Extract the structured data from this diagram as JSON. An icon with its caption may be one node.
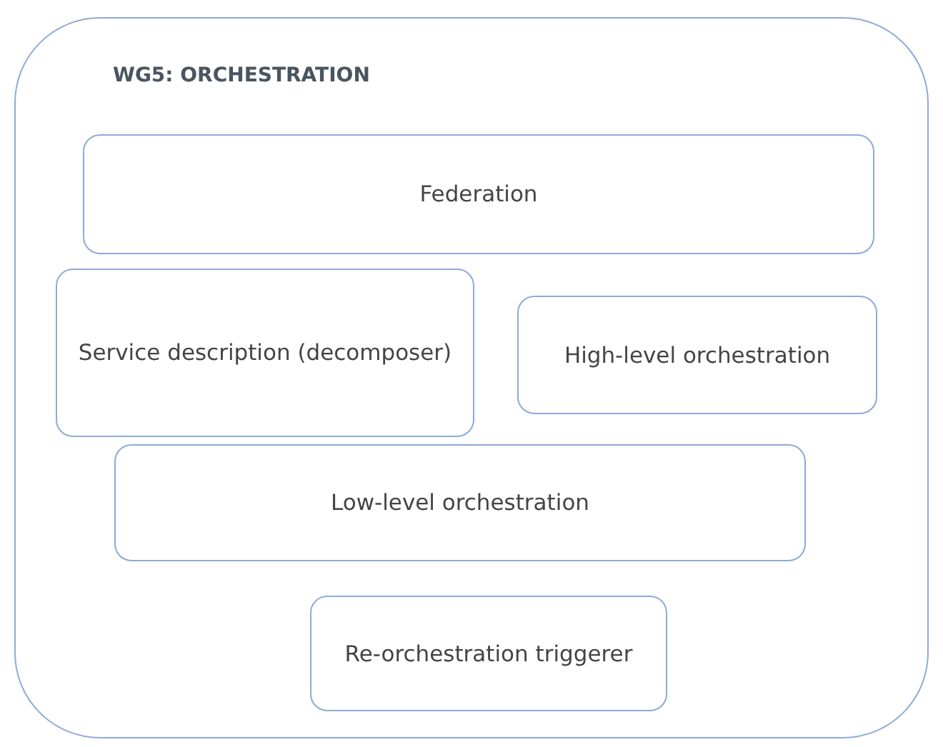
{
  "diagram": {
    "nodes": [
      {
        "text": [
          "WG5: ORCHESTRATION"
        ]
      },
      {
        "text": [
          "Federation"
        ],
        "in": 0
      },
      {
        "text": [
          "Service description (decomposer)"
        ],
        "in": 0
      },
      {
        "text": [
          "High-level orchestration"
        ],
        "in": 0
      },
      {
        "text": [
          "Low-level orchestration"
        ],
        "in": 0
      },
      {
        "text": [
          "Re-orchestration triggerer"
        ],
        "in": 0
      }
    ]
  }
}
